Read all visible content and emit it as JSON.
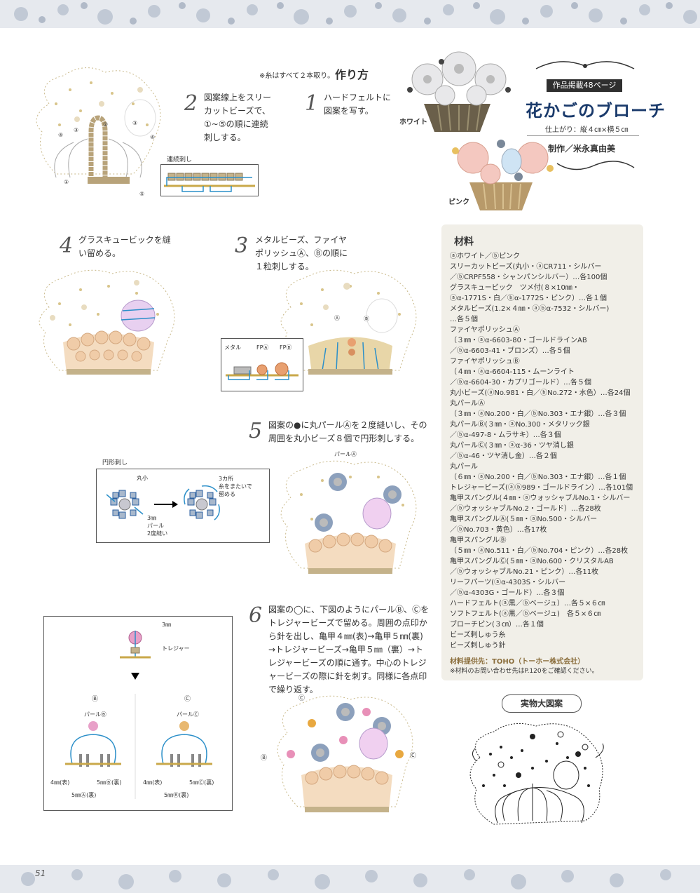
{
  "page": {
    "number": "51"
  },
  "note": "※糸はすべて２本取り。",
  "howto_title": "作り方",
  "header": {
    "pub_tag": "作品掲載48ページ",
    "title": "花かごのブローチ",
    "finish": "仕上がり：縦４㎝×横５㎝",
    "author": "制作／米永真由美",
    "photo_white": "ホワイト",
    "photo_pink": "ピンク"
  },
  "steps": [
    {
      "num": "1",
      "text": [
        "ハードフェルトに",
        "図案を写す。"
      ]
    },
    {
      "num": "2",
      "text": [
        "図案線上をスリー",
        "カットビーズで、",
        "①~⑤の順に連続",
        "刺しする。"
      ]
    },
    {
      "num": "3",
      "text": [
        "メタルビーズ、ファイヤ",
        "ポリッシュⒶ、Ⓑの順に",
        "１粒刺しする。"
      ]
    },
    {
      "num": "4",
      "text": [
        "グラスキュービックを縫",
        "い留める。"
      ]
    },
    {
      "num": "5",
      "text": [
        "図案の●に丸パールⒶを２度縫いし、その",
        "周囲を丸小ビーズ８個で円形刺しする。"
      ]
    },
    {
      "num": "6",
      "text": [
        "図案の◯に、下図のようにパールⒷ、Ⓒを",
        "トレジャービーズで留める。周囲の点印か",
        "ら針を出し、亀甲４㎜(表)→亀甲５㎜(裏)",
        "→トレジャービーズ→亀甲５㎜（裏）→ト",
        "レジャービーズの順に通す。中心のトレジ",
        "ャービーズの際に針を刺す。同様に各点印",
        "で繰り返す。"
      ]
    }
  ],
  "labels": {
    "renzoku": "連続刺し",
    "n1": "①",
    "n2": "②",
    "n3": "③",
    "n4": "④",
    "n5": "⑤",
    "metal": "メタル",
    "fpa": "FPⒶ",
    "fpb": "FPⒷ",
    "a": "Ⓐ",
    "b": "Ⓑ",
    "circle_stitch": "円形刺し",
    "maruko": "丸小",
    "pearl3": "3㎜",
    "pearl_word": "パール",
    "twice": "2度縫い",
    "three_places": "3カ所",
    "straddle": "糸をまたいで",
    "fasten": "留める",
    "pearl_a": "パールⒶ",
    "mm3": "3㎜",
    "treasure": "トレジャー",
    "b_mark": "Ⓑ",
    "c_mark": "Ⓒ",
    "pearl_b": "パールⒷ",
    "pearl_c": "パールⒸ",
    "mm4_front": "4㎜(表)",
    "mm5b_back": "5㎜Ⓑ(裏)",
    "mm5a_back": "5㎜Ⓐ(裏)",
    "mm5c_back": "5㎜Ⓒ(裏)",
    "mm5b_back2": "5㎜Ⓑ(裏)"
  },
  "materials": {
    "title": "材料",
    "items": [
      "ⓐホワイト／ⓑピンク",
      "スリーカットビーズ(丸小・ⓐCR711・シルバー",
      "／ⓑCRPF558・シャンパンシルバー）…各100個",
      "グラスキュービック　ツメ付(８×10㎜・",
      "ⓐα-1771S・白／ⓑα-1772S・ピンク）…各１個",
      "メタルビーズ(1.2×４㎜・ⓐⓑα-7532・シルバー)",
      "…各５個",
      "ファイヤポリッシュⒶ",
      "（３㎜・ⓐα-6603-80・ゴールドラインAB",
      "／ⓑα-6603-41・ブロンズ）…各５個",
      "ファイヤポリッシュⒷ",
      "（４㎜・ⓐα-6604-115・ムーンライト",
      "／ⓑα-6604-30・カプリゴールド）…各５個",
      "丸小ビーズ(ⓐNo.981・白／ⓑNo.272・水色）…各24個",
      "丸パールⒶ",
      "（３㎜・ⓐNo.200・白／ⓑNo.303・エナ銀）…各３個",
      "丸パールⒷ(３㎜・ⓐNo.300・メタリック銀",
      "／ⓑα-497-8・ムラサキ）…各３個",
      "丸パールⒸ(３㎜・ⓐα-36・ツヤ消し銀",
      "／ⓑα-46・ツヤ消し金）…各２個",
      "丸パール",
      "（６㎜・ⓐNo.200・白／ⓑNo.303・エナ銀）…各１個",
      "トレジャービーズ(ⓐⓑ989・ゴールドライン）…各101個",
      "亀甲スパングル(４㎜・ⓐウォッシャブルNo.1・シルバー",
      "／ⓑウォッシャブルNo.2・ゴールド）…各28枚",
      "亀甲スパングルⒶ(５㎜・ⓐNo.500・シルバー",
      "／ⓑNo.703・黄色）…各17枚",
      "亀甲スパングルⒷ",
      "（５㎜・ⓐNo.511・白／ⓑNo.704・ピンク）…各28枚",
      "亀甲スパングルⒸ(５㎜・ⓐNo.600・クリスタルAB",
      "／ⓑウォッシャブルNo.21・ピンク）…各11枚",
      "リーフパーツ(ⓐα-4303S・シルバー",
      "／ⓑα-4303G・ゴールド）…各３個",
      "ハードフェルト(ⓐ黒／ⓑベージュ）…各５×６㎝",
      "ソフトフェルト(ⓐ黒／ⓑベージュ)　各５×６㎝",
      "ブローチピン(３㎝）…各１個",
      "ビーズ刺しゅう糸",
      "ビーズ刺しゅう針"
    ],
    "supplier": "材料提供先：TOHO（トーホー株式会社）",
    "contact": "※材料のお問い合わせ先はP.120をご確認ください。"
  },
  "pattern_title": "実物大図案",
  "colors": {
    "title_blue": "#1a3a6b",
    "panel_bg": "#f1efe8",
    "accent_blue": "#2b8fc9"
  }
}
